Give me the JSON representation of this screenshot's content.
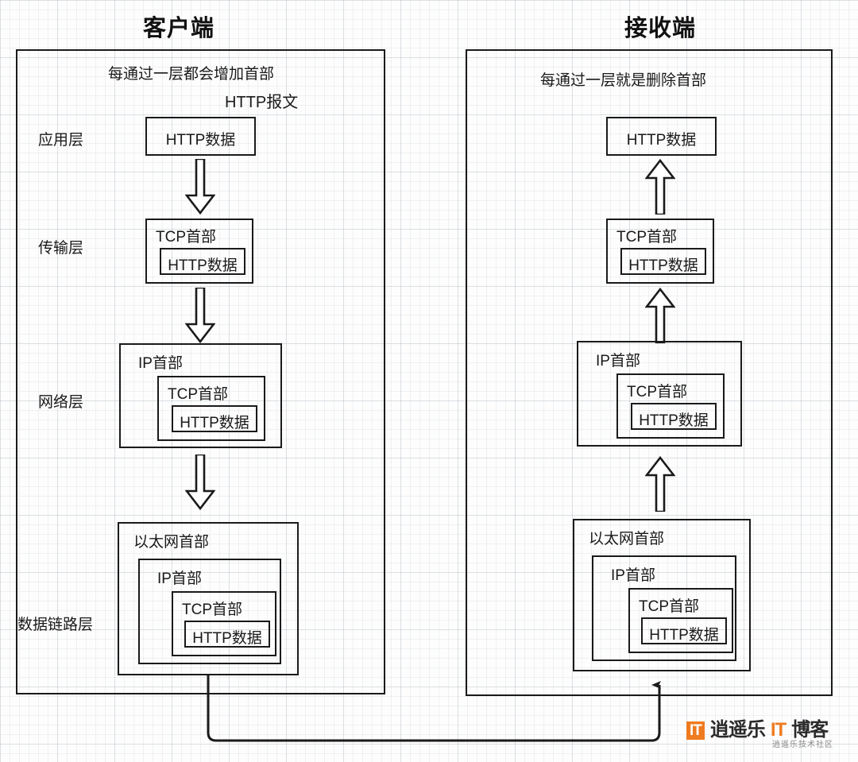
{
  "diagram": {
    "title_client": "客户端",
    "title_server": "接收端",
    "note_client": "每通过一层都会增加首部",
    "note_server": "每通过一层就是删除首部",
    "caption_http_message": "HTTP报文"
  },
  "layer_labels": {
    "application": "应用层",
    "transport": "传输层",
    "network": "网络层",
    "datalink": "数据链路层"
  },
  "headers": {
    "http_data": "HTTP数据",
    "tcp_header": "TCP首部",
    "ip_header": "IP首部",
    "ethernet_header": "以太网首部"
  },
  "client_stack": [
    {
      "layer": "应用层",
      "encapsulation": [
        "HTTP数据"
      ]
    },
    {
      "layer": "传输层",
      "encapsulation": [
        "TCP首部",
        "HTTP数据"
      ]
    },
    {
      "layer": "网络层",
      "encapsulation": [
        "IP首部",
        "TCP首部",
        "HTTP数据"
      ]
    },
    {
      "layer": "数据链路层",
      "encapsulation": [
        "以太网首部",
        "IP首部",
        "TCP首部",
        "HTTP数据"
      ]
    }
  ],
  "server_stack": [
    {
      "layer": "应用层",
      "encapsulation": [
        "HTTP数据"
      ]
    },
    {
      "layer": "传输层",
      "encapsulation": [
        "TCP首部",
        "HTTP数据"
      ]
    },
    {
      "layer": "网络层",
      "encapsulation": [
        "IP首部",
        "TCP首部",
        "HTTP数据"
      ]
    },
    {
      "layer": "数据链路层",
      "encapsulation": [
        "以太网首部",
        "IP首部",
        "TCP首部",
        "HTTP数据"
      ]
    }
  ],
  "arrows": {
    "client_direction": "down",
    "server_direction": "up",
    "transmission_label": ""
  },
  "watermark": {
    "badge": "IT",
    "text_main": "逍遥乐",
    "text_it": "IT",
    "text_tail": "博客",
    "subtitle": "逍遥乐技术社区",
    "accent_color": "#ef7b1f",
    "text_color": "#2b2b2b"
  },
  "colors": {
    "stroke": "#1a1a1a",
    "background": "#fdfdfd",
    "grid": "#aab4be"
  }
}
